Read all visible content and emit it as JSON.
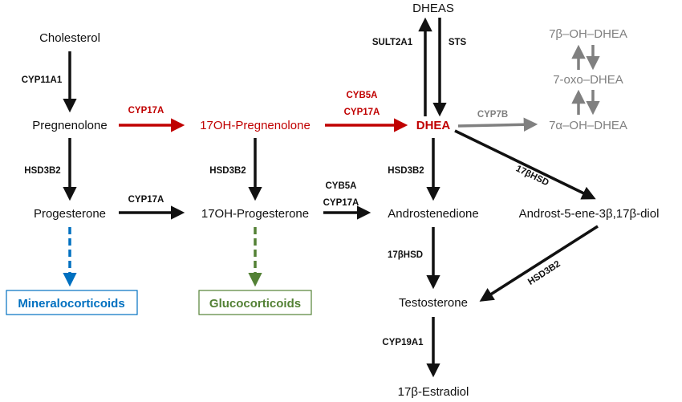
{
  "colors": {
    "black": "#111111",
    "red": "#C00000",
    "gray": "#808080",
    "mineralo_blue": "#0070C0",
    "gluco_green": "#538135"
  },
  "nodes": {
    "dheas": "DHEAS",
    "cholesterol": "Cholesterol",
    "oh7b_dhea": "7β–OH–DHEA",
    "oxo7_dhea": "7-oxo–DHEA",
    "pregnenolone": "Pregnenolone",
    "oh17_pregnenolone": "17OH-Pregnenolone",
    "dhea": "DHEA",
    "oh7a_dhea": "7α–OH–DHEA",
    "progesterone": "Progesterone",
    "oh17_progesterone": "17OH-Progesterone",
    "androstenedione": "Androstenedione",
    "androstenediol": "Androst-5-ene-3β,17β-diol",
    "mineralocorticoids": "Mineralocorticoids",
    "glucocorticoids": "Glucocorticoids",
    "testosterone": "Testosterone",
    "estradiol": "17β-Estradiol"
  },
  "enzymes": {
    "cyp11a1": "CYP11A1",
    "cyp17a_preg": "CYP17A",
    "cyb5a_red": "CYB5A",
    "cyp17a_red": "CYP17A",
    "sult2a1": "SULT2A1",
    "sts": "STS",
    "cyp7b": "CYP7B",
    "hsd3b2_preg": "HSD3B2",
    "hsd3b2_17oh": "HSD3B2",
    "hsd3b2_dhea": "HSD3B2",
    "cyp17a_prog": "CYP17A",
    "cyb5a_black": "CYB5A",
    "cyp17a_black": "CYP17A",
    "hsd17b_dhea": "17βHSD",
    "hsd17b_andro": "17βHSD",
    "hsd3b2_diol": "HSD3B2",
    "cyp19a1": "CYP19A1"
  }
}
